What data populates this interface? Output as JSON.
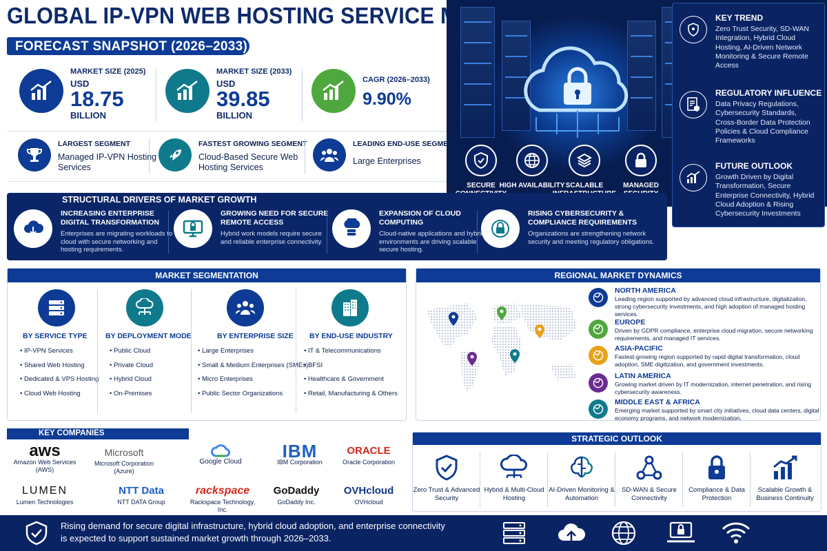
{
  "header": {
    "title": "GLOBAL IP-VPN WEB HOSTING SERVICE MARKET",
    "snapshot": "FORECAST SNAPSHOT (2026–2033)"
  },
  "kpis": [
    {
      "label": "MARKET SIZE (2025)",
      "currency": "USD",
      "value": "18.75",
      "unit": "BILLION",
      "icon": "chart-up-icon"
    },
    {
      "label": "MARKET SIZE (2033)",
      "currency": "USD",
      "value": "39.85",
      "unit": "BILLION",
      "icon": "chart-up-icon"
    },
    {
      "label": "CAGR (2026–2033)",
      "value": "9.90%",
      "icon": "chart-up-icon"
    }
  ],
  "segments": [
    {
      "title": "LARGEST SEGMENT",
      "value": "Managed IP-VPN Hosting Services",
      "icon": "trophy-icon"
    },
    {
      "title": "FASTEST GROWING SEGMENT",
      "value": "Cloud-Based Secure Web Hosting Services",
      "icon": "rocket-icon"
    },
    {
      "title": "LEADING END-USE SEGMENT",
      "value": "Large Enterprises",
      "icon": "users-icon"
    }
  ],
  "hero_icons": [
    {
      "label": "SECURE CONNECTIVITY",
      "icon": "shield-icon"
    },
    {
      "label": "HIGH AVAILABILITY",
      "icon": "globe-icon"
    },
    {
      "label": "SCALABLE INFRASTRUCTURE",
      "icon": "layers-icon"
    },
    {
      "label": "MANAGED SECURITY",
      "icon": "lock-icon"
    }
  ],
  "side": [
    {
      "title": "KEY TREND",
      "desc": "Zero Trust Security, SD-WAN Integration, Hybrid Cloud Hosting, AI-Driven Network Monitoring & Secure Remote Access",
      "icon": "network-shield-icon"
    },
    {
      "title": "REGULATORY INFLUENCE",
      "desc": "Data Privacy Regulations, Cybersecurity Standards, Cross-Border Data Protection Policies & Cloud Compliance Frameworks",
      "icon": "document-shield-icon"
    },
    {
      "title": "FUTURE OUTLOOK",
      "desc": "Growth Driven by Digital Transformation, Secure Enterprise Connectivity, Hybrid Cloud Adoption & Rising Cybersecurity Investments",
      "icon": "growth-chart-icon"
    }
  ],
  "drivers": {
    "title": "STRUCTURAL DRIVERS OF MARKET GROWTH",
    "items": [
      {
        "title": "INCREASING ENTERPRISE DIGITAL TRANSFORMATION",
        "desc": "Enterprises are migrating workloads to cloud with secure networking and hosting requirements.",
        "icon": "cloud-download-icon"
      },
      {
        "title": "GROWING NEED FOR SECURE REMOTE ACCESS",
        "desc": "Hybrid work models require secure and reliable enterprise connectivity.",
        "icon": "monitor-lock-icon"
      },
      {
        "title": "EXPANSION OF CLOUD COMPUTING",
        "desc": "Cloud-native applications and hybrid IT environments are driving scalable secure hosting.",
        "icon": "cloud-server-icon"
      },
      {
        "title": "RISING CYBERSECURITY & COMPLIANCE REQUIREMENTS",
        "desc": "Organizations are strengthening network security and meeting regulatory obligations.",
        "icon": "security-lock-icon"
      }
    ]
  },
  "segmentation": {
    "title": "MARKET SEGMENTATION",
    "cols": [
      {
        "heading": "BY SERVICE TYPE",
        "items": [
          "IP-VPN Services",
          "Shared Web Hosting",
          "Dedicated & VPS Hosting",
          "Cloud Web Hosting"
        ],
        "color": "#0d3b95",
        "icon": "server-icon"
      },
      {
        "heading": "BY DEPLOYMENT MODE",
        "items": [
          "Public Cloud",
          "Private Cloud",
          "Hybrid Cloud",
          "On-Premises"
        ],
        "color": "#0f7a8c",
        "icon": "cloud-network-icon"
      },
      {
        "heading": "BY ENTERPRISE SIZE",
        "items": [
          "Large Enterprises",
          "Small & Medium Enterprises (SMEs)",
          "Micro Enterprises",
          "Public Sector Organizations"
        ],
        "color": "#0d3b95",
        "icon": "group-icon"
      },
      {
        "heading": "BY END-USE INDUSTRY",
        "items": [
          "IT & Telecommunications",
          "BFSI",
          "Healthcare & Government",
          "Retail, Manufacturing & Others"
        ],
        "color": "#0f7a8c",
        "icon": "buildings-icon"
      }
    ]
  },
  "regional": {
    "title": "REGIONAL MARKET DYNAMICS",
    "items": [
      {
        "name": "NORTH AMERICA",
        "desc": "Leading region supported by advanced cloud infrastructure, digitalization, strong cybersecurity investments, and high adoption of managed hosting services.",
        "color": "#0d3b95"
      },
      {
        "name": "EUROPE",
        "desc": "Driven by GDPR compliance, enterprise cloud migration, secure networking requirements, and managed IT services.",
        "color": "#4fa83d"
      },
      {
        "name": "ASIA-PACIFIC",
        "desc": "Fastest-growing region supported by rapid digital transformation, cloud adoption, SME digitization, and government investments.",
        "color": "#e8a21a"
      },
      {
        "name": "LATIN AMERICA",
        "desc": "Growing market driven by IT modernization, internet penetration, and rising cybersecurity awareness.",
        "color": "#6a2c91"
      },
      {
        "name": "MIDDLE EAST & AFRICA",
        "desc": "Emerging market supported by smart city initiatives, cloud data centers, digital economy programs, and network modernization.",
        "color": "#0f7a8c"
      }
    ]
  },
  "companies": {
    "title": "KEY COMPANIES",
    "items": [
      {
        "logo": "aws",
        "name": "Amazon Web Services (AWS)",
        "color": "#111111"
      },
      {
        "logo": "Microsoft",
        "name": "Microsoft Corporation (Azure)",
        "color": "#555555"
      },
      {
        "logo": "Google Cloud",
        "name": "",
        "color": "#444444"
      },
      {
        "logo": "IBM",
        "name": "IBM Corporation",
        "color": "#1f5fbf"
      },
      {
        "logo": "ORACLE",
        "name": "Oracle Corporation",
        "color": "#d3261e"
      },
      {
        "logo": "LUMEN",
        "name": "Lumen Technologies",
        "color": "#111111"
      },
      {
        "logo": "NTT Data",
        "name": "NTT DATA Group",
        "color": "#1a5cc8"
      },
      {
        "logo": "rackspace",
        "name": "Rackspace Technology, Inc.",
        "color": "#d3261e"
      },
      {
        "logo": "GoDaddy",
        "name": "GoDaddy Inc.",
        "color": "#111111"
      },
      {
        "logo": "OVHcloud",
        "name": "OVHcloud",
        "color": "#12338a"
      }
    ]
  },
  "strategic": {
    "title": "STRATEGIC OUTLOOK",
    "items": [
      {
        "label": "Zero Trust & Advanced Security",
        "icon": "shield-check-icon"
      },
      {
        "label": "Hybrid & Multi-Cloud Hosting",
        "icon": "multi-cloud-icon"
      },
      {
        "label": "AI-Driven Monitoring & Automation",
        "icon": "ai-brain-icon"
      },
      {
        "label": "SD-WAN & Secure Connectivity",
        "icon": "sdwan-icon"
      },
      {
        "label": "Compliance & Data Protection",
        "icon": "padlock-icon"
      },
      {
        "label": "Scalable Growth & Business Continuity",
        "icon": "bar-growth-icon"
      }
    ]
  },
  "footer": {
    "text": "Rising demand for secure digital infrastructure, hybrid cloud adoption, and enterprise connectivity is expected to support sustained market growth through 2026–2033."
  }
}
